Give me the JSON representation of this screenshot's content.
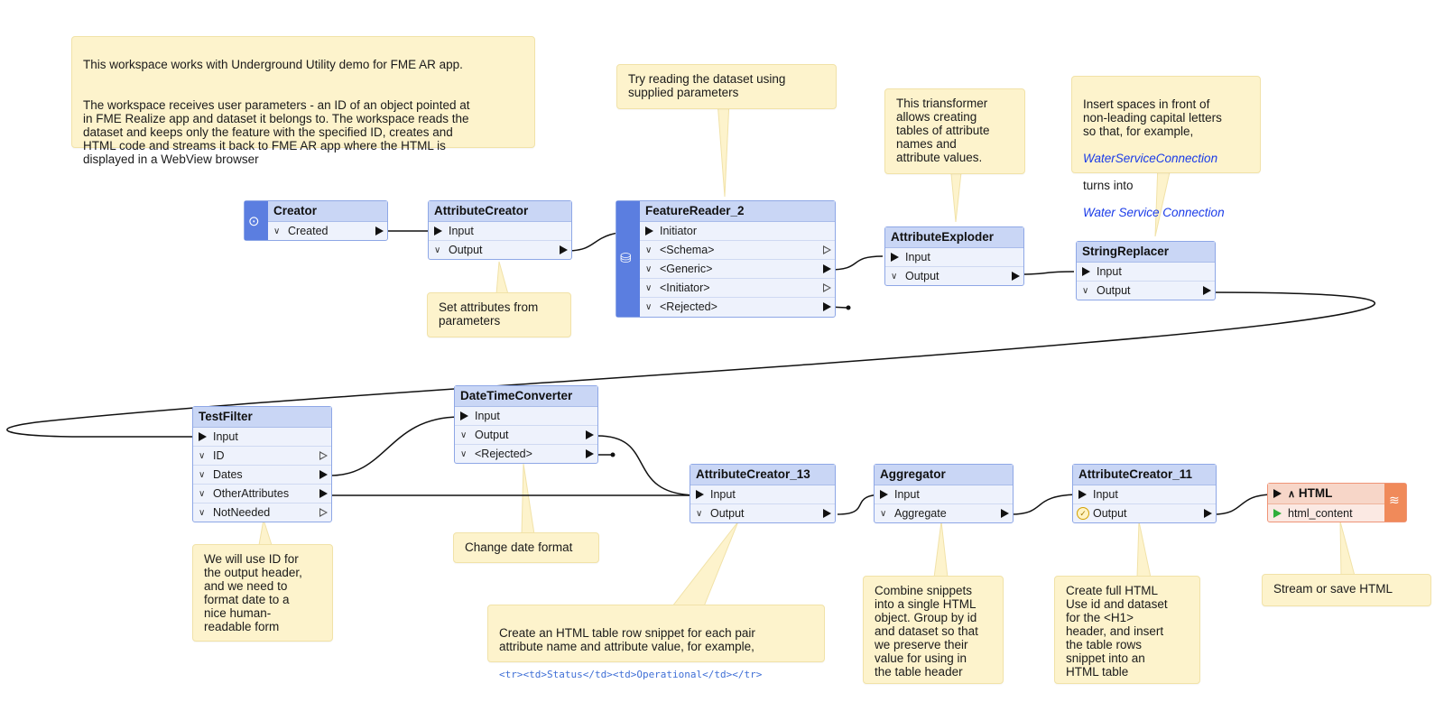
{
  "notes": {
    "intro_line1": "This workspace works with Underground Utility demo for FME AR app.",
    "intro_body": "The workspace receives user parameters - an ID of an object pointed at\nin FME Realize app and dataset it belongs to. The workspace reads the\ndataset and keeps only the feature with the specified ID, creates and\nHTML code and streams it back to FME AR app where the HTML is\ndisplayed in a WebView browser",
    "try_reading": "Try reading the dataset using\nsupplied parameters",
    "exploder": "This triansformer\nallows creating\ntables of attribute\nnames and\nattribute values.",
    "insert_spaces_1": "Insert spaces in front of\nnon-leading capital letters\nso that, for example,",
    "insert_spaces_ex1": "WaterServiceConnection",
    "insert_spaces_2": "turns into",
    "insert_spaces_ex2": "Water Service Connection",
    "set_attrs": "Set attributes from\nparameters",
    "we_will_use": "We will use ID for\nthe output header,\nand we need to\nformat date to a\nnice human-\nreadable form",
    "change_date": "Change date format",
    "html_row": "Create an HTML table row snippet for each pair\nattribute name and attribute value, for example,",
    "html_row_code": "<tr><td>Status</td><td>Operational</td></tr>",
    "combine": "Combine snippets\ninto a single HTML\nobject. Group by id\nand dataset so that\nwe preserve their\nvalue for using in\nthe table header",
    "create_full": "Create full HTML\nUse id and dataset\nfor the <H1>\nheader, and insert\nthe table rows\nsnippet into an\nHTML table",
    "stream": "Stream or save HTML"
  },
  "nodes": {
    "creator": {
      "title": "Creator",
      "ports": [
        "Created"
      ]
    },
    "attr_creator": {
      "title": "AttributeCreator",
      "ports": [
        "Input",
        "Output"
      ]
    },
    "feature_reader": {
      "title": "FeatureReader_2",
      "ports": [
        "Initiator",
        "<Schema>",
        "<Generic>",
        "<Initiator>",
        "<Rejected>"
      ]
    },
    "exploder": {
      "title": "AttributeExploder",
      "ports": [
        "Input",
        "Output"
      ]
    },
    "replacer": {
      "title": "StringReplacer",
      "ports": [
        "Input",
        "Output"
      ]
    },
    "test_filter": {
      "title": "TestFilter",
      "ports": [
        "Input",
        "ID",
        "Dates",
        "OtherAttributes",
        "NotNeeded"
      ]
    },
    "dt_converter": {
      "title": "DateTimeConverter",
      "ports": [
        "Input",
        "Output",
        "<Rejected>"
      ]
    },
    "attr_creator_13": {
      "title": "AttributeCreator_13",
      "ports": [
        "Input",
        "Output"
      ]
    },
    "aggregator": {
      "title": "Aggregator",
      "ports": [
        "Input",
        "Aggregate"
      ]
    },
    "attr_creator_11": {
      "title": "AttributeCreator_11",
      "ports": [
        "Input",
        "Output"
      ]
    },
    "html_writer": {
      "title": "HTML",
      "ports": [
        "html_content"
      ]
    }
  },
  "colors": {
    "node_fill": "#eef2fc",
    "node_header": "#c9d6f5",
    "node_border": "#8ea7e6",
    "note_fill": "#fdf3cc",
    "writer_accent": "#f08a5a",
    "reader_accent": "#5b7ee0"
  }
}
